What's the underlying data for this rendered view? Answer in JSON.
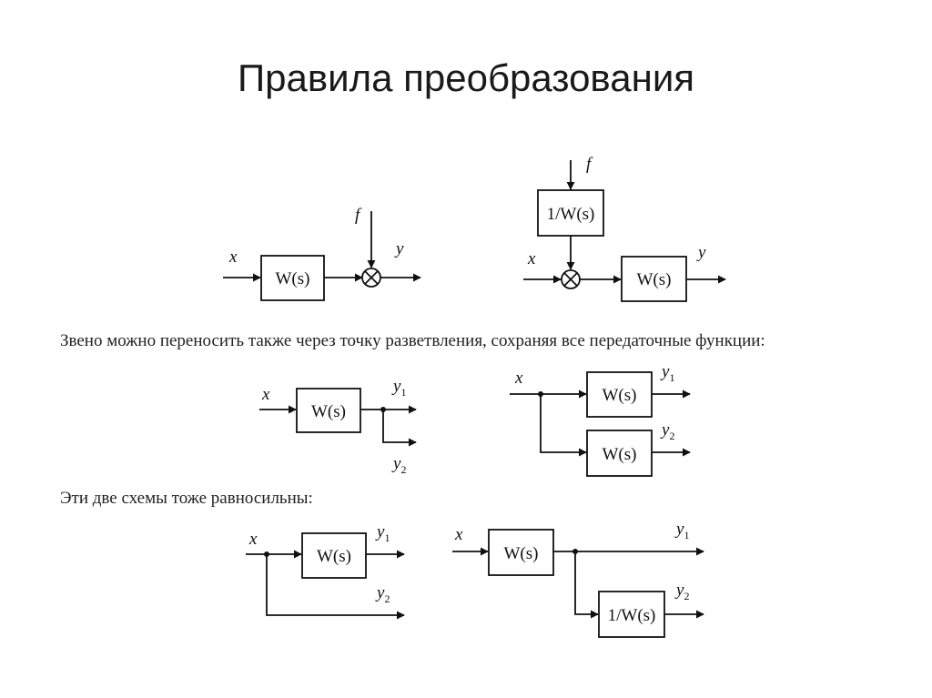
{
  "title": "Правила преобразования",
  "notes": {
    "branch_point": "Звено можно переносить также через точку разветвления, сохраняя все передаточные функции:",
    "equivalent": "Эти две схемы тоже равносильны:"
  },
  "labels": {
    "x": "x",
    "y": "y",
    "f": "f",
    "y1_base": "y",
    "y2_base": "y",
    "sub1": "1",
    "sub2": "2"
  },
  "blocks": {
    "w": "W(s)",
    "inv_w": "1/W(s)"
  }
}
